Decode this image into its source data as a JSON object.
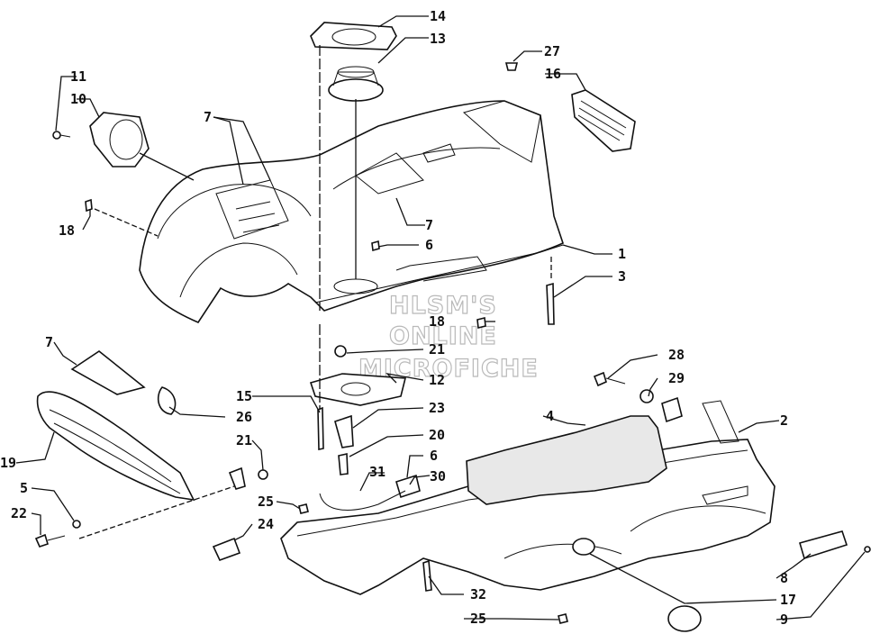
{
  "callouts": [
    {
      "id": "c14",
      "text": "14"
    },
    {
      "id": "c13",
      "text": "13"
    },
    {
      "id": "c27",
      "text": "27"
    },
    {
      "id": "c16",
      "text": "16"
    },
    {
      "id": "c11",
      "text": "11"
    },
    {
      "id": "c10",
      "text": "10"
    },
    {
      "id": "c7a",
      "text": "7"
    },
    {
      "id": "c18a",
      "text": "18"
    },
    {
      "id": "c7b",
      "text": "7"
    },
    {
      "id": "c6a",
      "text": "6"
    },
    {
      "id": "c1",
      "text": "1"
    },
    {
      "id": "c3",
      "text": "3"
    },
    {
      "id": "c18b",
      "text": "18"
    },
    {
      "id": "c21a",
      "text": "21"
    },
    {
      "id": "c12",
      "text": "12"
    },
    {
      "id": "c7c",
      "text": "7"
    },
    {
      "id": "c28",
      "text": "28"
    },
    {
      "id": "c29",
      "text": "29"
    },
    {
      "id": "c15",
      "text": "15"
    },
    {
      "id": "c26",
      "text": "26"
    },
    {
      "id": "c23",
      "text": "23"
    },
    {
      "id": "c4",
      "text": "4"
    },
    {
      "id": "c2",
      "text": "2"
    },
    {
      "id": "c20",
      "text": "20"
    },
    {
      "id": "c21b",
      "text": "21"
    },
    {
      "id": "c6b",
      "text": "6"
    },
    {
      "id": "c19",
      "text": "19"
    },
    {
      "id": "c31",
      "text": "31"
    },
    {
      "id": "c30",
      "text": "30"
    },
    {
      "id": "c5",
      "text": "5"
    },
    {
      "id": "c25a",
      "text": "25"
    },
    {
      "id": "c22",
      "text": "22"
    },
    {
      "id": "c24",
      "text": "24"
    },
    {
      "id": "c8",
      "text": "8"
    },
    {
      "id": "c32",
      "text": "32"
    },
    {
      "id": "c17",
      "text": "17"
    },
    {
      "id": "c25b",
      "text": "25"
    },
    {
      "id": "c9",
      "text": "9"
    }
  ],
  "watermark": [
    "HLSM'S",
    "ONLINE",
    "MICROFICHE"
  ]
}
